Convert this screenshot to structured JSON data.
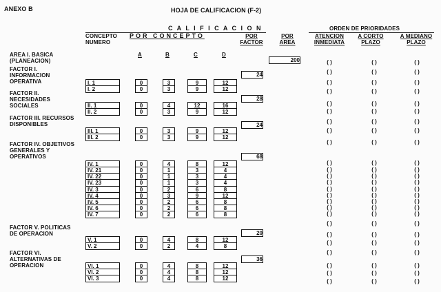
{
  "header": {
    "annex": "ANEXO B",
    "title": "HOJA DE CALIFICACION (F-2)",
    "calificacion": "C A L I F I C A C I O N",
    "orden": "ORDEN DE PRIORIDADES",
    "concepto_numero": "CONCEPTO NUMERO",
    "por_concepto": "POR CONCEPTO",
    "por_factor": "POR FACTOR",
    "por_area": "POR AREA",
    "atencion_inmediata": "ATENCION INMEDIATA",
    "a_corto_plazo": "A CORTO PLAZO",
    "a_mediano_plazo": "A MEDIANO PLAZO",
    "col_a": "A",
    "col_b": "B",
    "col_c": "C",
    "col_d": "D"
  },
  "area": {
    "label": "AREA I. BASICA (PLANEACION)",
    "value": "200"
  },
  "paren": "(   )",
  "factors": [
    {
      "label": "FACTOR I. INFORMACION OPERATIVA",
      "value": "24"
    },
    {
      "label": "FACTOR II. NECESIDADES SOCIALES",
      "value": "28"
    },
    {
      "label": "FACTOR III. RECURSOS DISPONIBLES",
      "value": "24"
    },
    {
      "label": "FACTOR IV. OBJETIVOS GENERALES Y OPERATIVOS",
      "value": "68"
    },
    {
      "label": "FACTOR V. POLITICAS DE OPERACION",
      "value": "20"
    },
    {
      "label": "FACTOR VI. ALTERNATIVAS DE OPERACION",
      "value": "36"
    }
  ],
  "rows": [
    {
      "c": "I. 1",
      "a": "0",
      "b": "3",
      "cc": "9",
      "d": "12"
    },
    {
      "c": "I. 2",
      "a": "0",
      "b": "3",
      "cc": "9",
      "d": "12"
    },
    {
      "c": "II. 1",
      "a": "0",
      "b": "4",
      "cc": "12",
      "d": "16"
    },
    {
      "c": "II. 2",
      "a": "0",
      "b": "3",
      "cc": "9",
      "d": "12"
    },
    {
      "c": "III. 1",
      "a": "0",
      "b": "3",
      "cc": "9",
      "d": "12"
    },
    {
      "c": "III. 2",
      "a": "0",
      "b": "3",
      "cc": "9",
      "d": "12"
    },
    {
      "c": "IV. 1",
      "a": "0",
      "b": "4",
      "cc": "8",
      "d": "12"
    },
    {
      "c": "IV. 21",
      "a": "0",
      "b": "1",
      "cc": "3",
      "d": "4"
    },
    {
      "c": "IV. 22",
      "a": "0",
      "b": "1",
      "cc": "3",
      "d": "4"
    },
    {
      "c": "IV. 23",
      "a": "0",
      "b": "1",
      "cc": "3",
      "d": "4"
    },
    {
      "c": "IV. 3",
      "a": "0",
      "b": "2",
      "cc": "6",
      "d": "8"
    },
    {
      "c": "IV. 4",
      "a": "0",
      "b": "3",
      "cc": "9",
      "d": "12"
    },
    {
      "c": "IV. 5",
      "a": "0",
      "b": "2",
      "cc": "6",
      "d": "8"
    },
    {
      "c": "IV. 6",
      "a": "0",
      "b": "2",
      "cc": "6",
      "d": "8"
    },
    {
      "c": "IV. 7",
      "a": "0",
      "b": "2",
      "cc": "6",
      "d": "8"
    },
    {
      "c": "V. 1",
      "a": "0",
      "b": "4",
      "cc": "8",
      "d": "12"
    },
    {
      "c": "V. 2",
      "a": "0",
      "b": "2",
      "cc": "4",
      "d": "8"
    },
    {
      "c": "VI. 1",
      "a": "0",
      "b": "4",
      "cc": "8",
      "d": "12"
    },
    {
      "c": "VI. 2",
      "a": "0",
      "b": "4",
      "cc": "8",
      "d": "12"
    },
    {
      "c": "VI. 3",
      "a": "0",
      "b": "4",
      "cc": "8",
      "d": "12"
    }
  ]
}
